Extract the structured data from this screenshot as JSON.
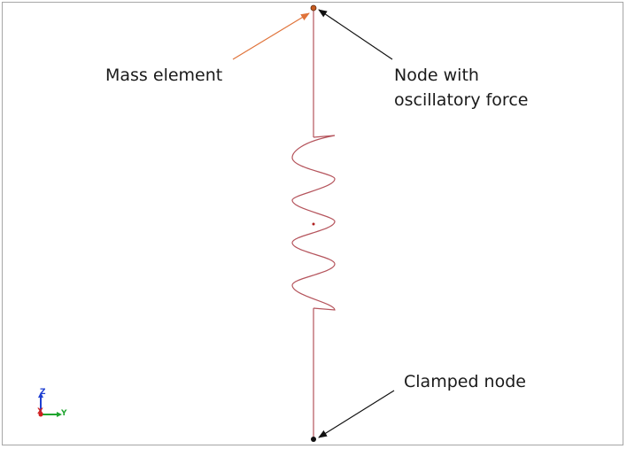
{
  "labels": {
    "mass_element": "Mass element",
    "node_force_line1": "Node with",
    "node_force_line2": "oscillatory force",
    "clamped_node": "Clamped node"
  },
  "triad": {
    "z": "Z",
    "x": "X",
    "y": "Y"
  },
  "colors": {
    "spring": "#b5545c",
    "mass_arrow": "#e0733a",
    "mass_node": "#c75b1f",
    "annotation_arrow": "#111111",
    "triad_z": "#1f3fd1",
    "triad_y": "#1fa52f",
    "triad_x": "#d11f1f"
  }
}
